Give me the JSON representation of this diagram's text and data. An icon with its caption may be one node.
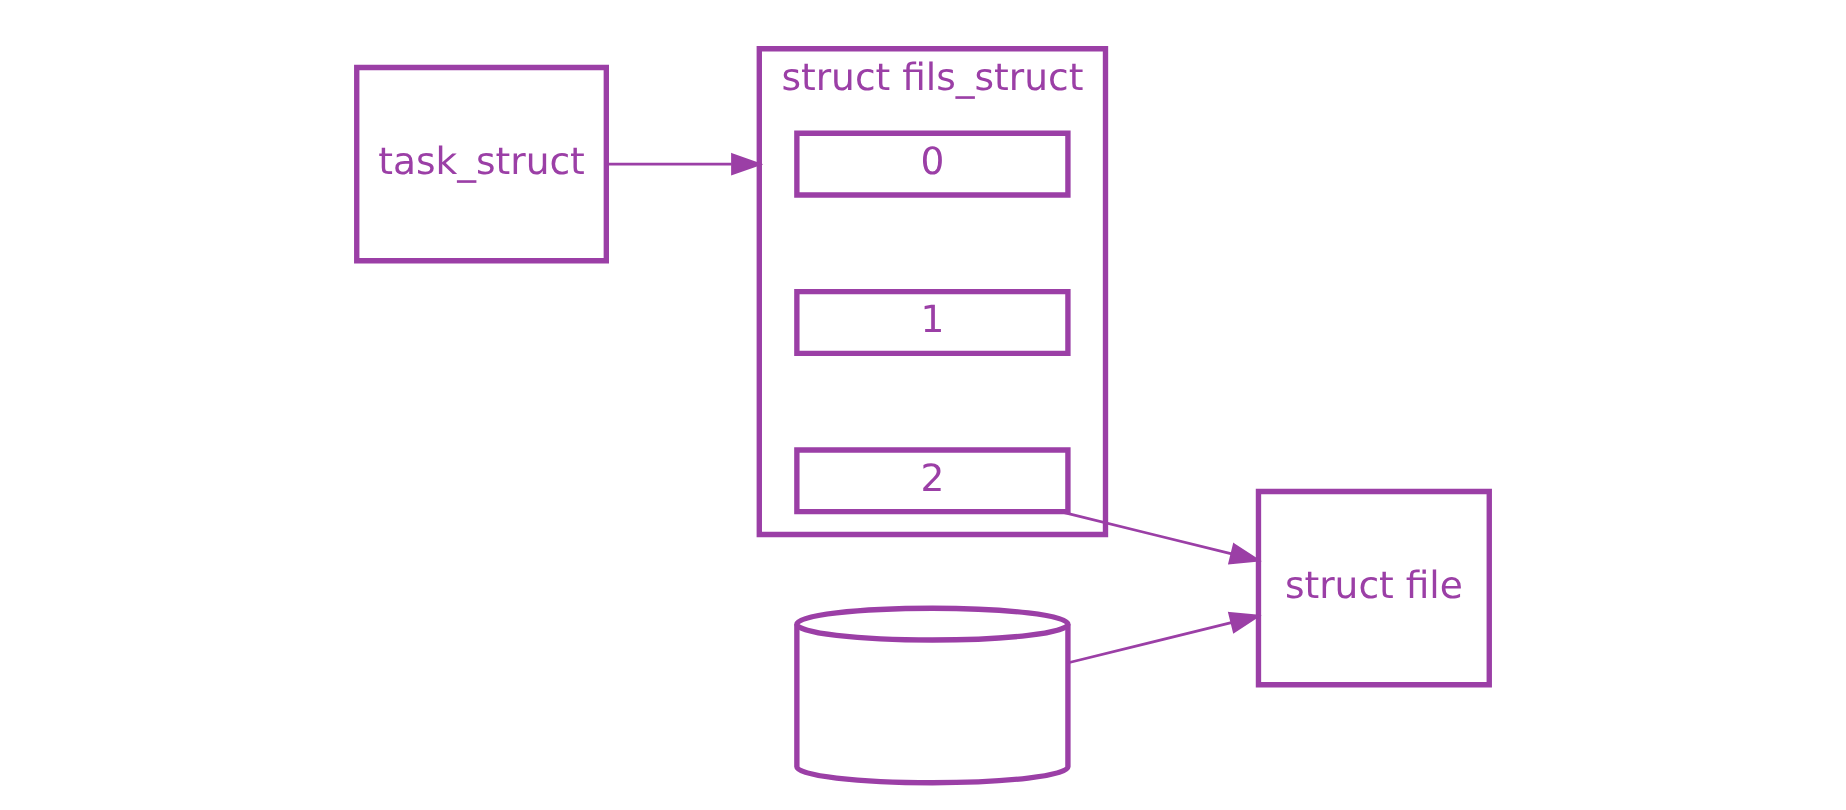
{
  "diagram": {
    "nodes": [
      {
        "text": [
          "task_struct"
        ]
      },
      {
        "text": [
          "struct fils_struct"
        ]
      },
      {
        "text": [
          "0"
        ],
        "in": 1
      },
      {
        "text": [
          "1"
        ],
        "in": 1
      },
      {
        "text": [
          "2"
        ],
        "in": 1
      },
      {
        "text": [
          "struct file"
        ]
      },
      {
        "text": [],
        "shape": "cylinder"
      }
    ],
    "edges": [
      {
        "from": 0,
        "to": 1,
        "arrow": "to"
      },
      {
        "from": 4,
        "to": 5,
        "arrow": "to"
      },
      {
        "from": 6,
        "to": 5,
        "arrow": "to"
      }
    ]
  }
}
